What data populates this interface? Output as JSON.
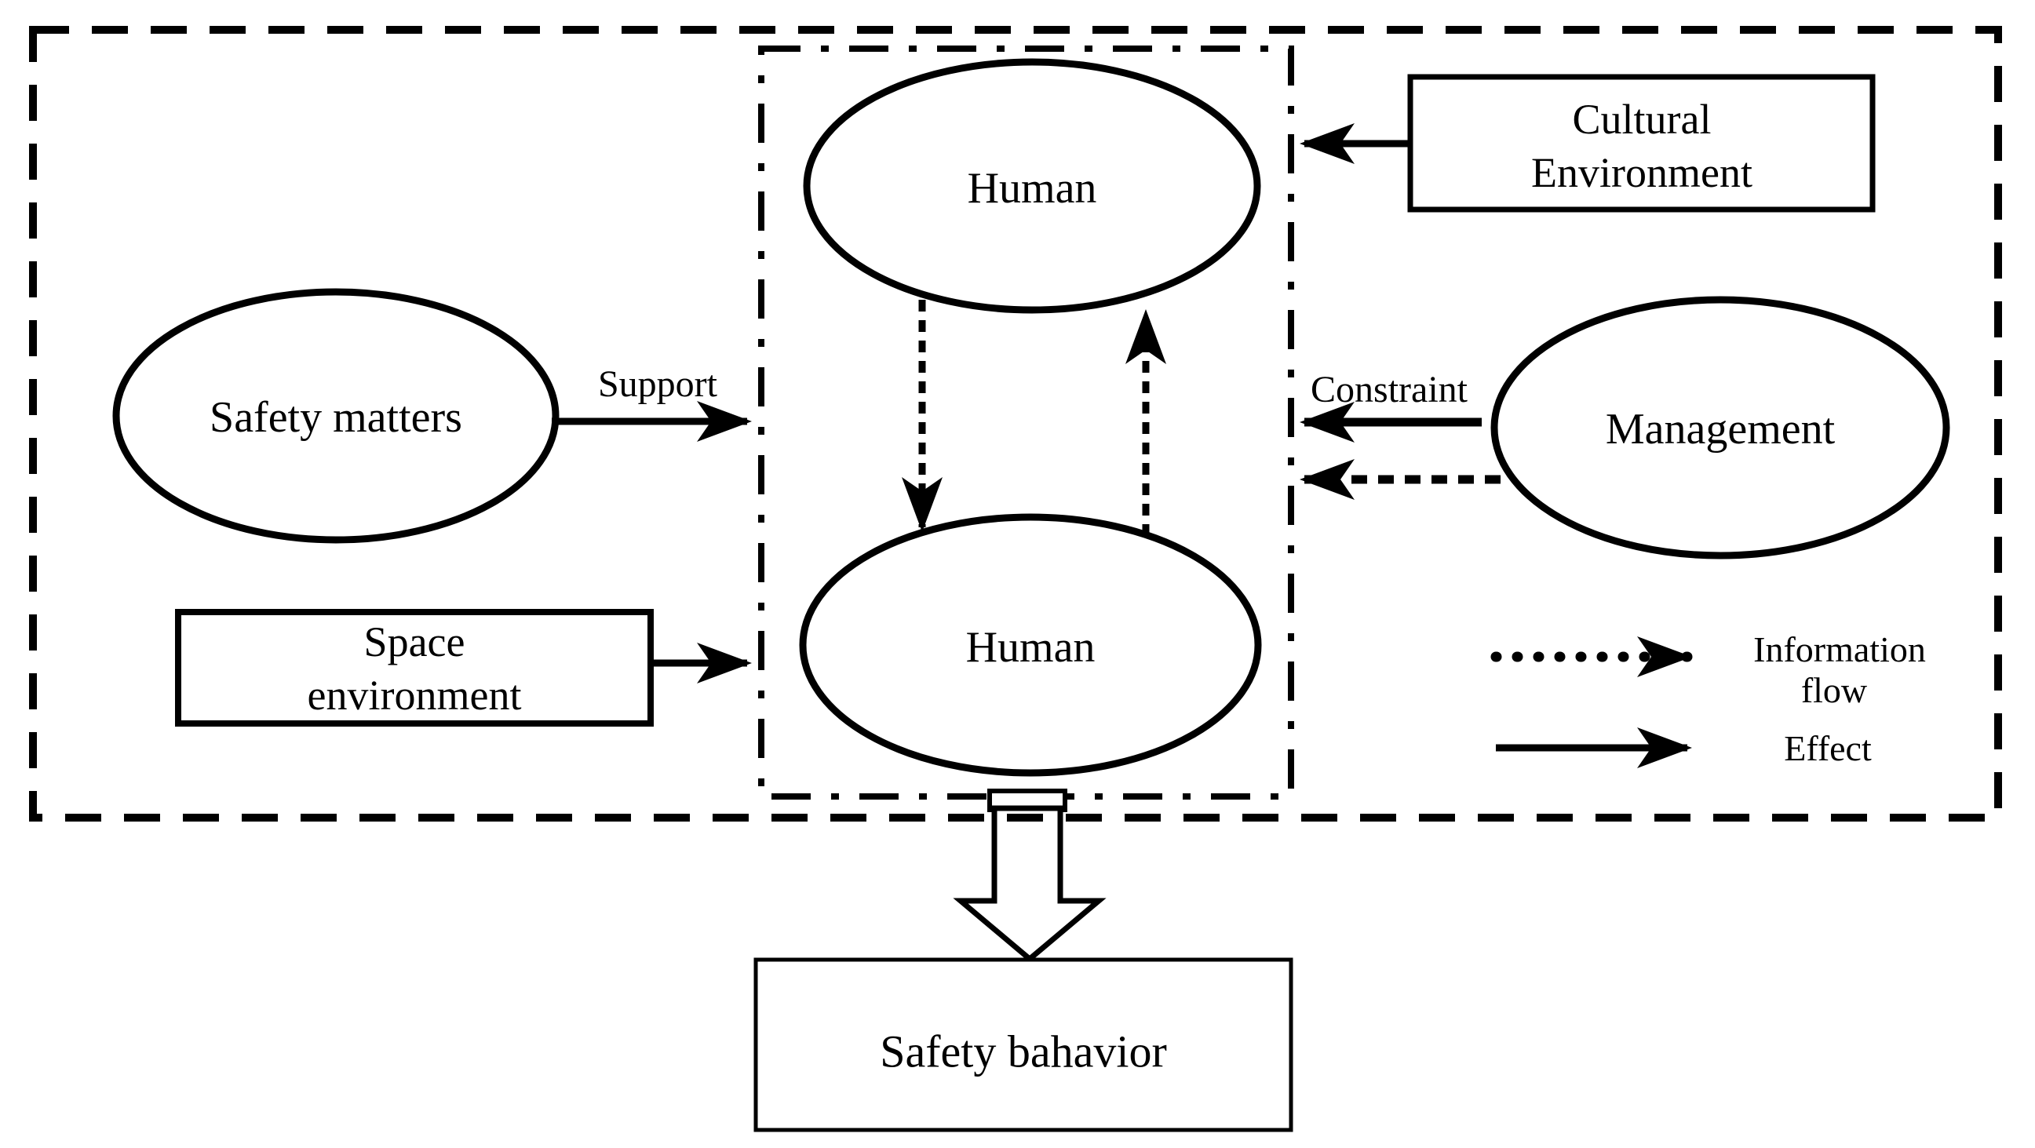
{
  "diagram": {
    "nodes": {
      "human_top": "Human",
      "human_bottom": "Human",
      "safety_matters": "Safety matters",
      "management": "Management",
      "cultural_environment": {
        "line1": "Cultural",
        "line2": "Environment"
      },
      "space_environment": {
        "line1": "Space",
        "line2": "environment"
      },
      "safety_behavior": "Safety bahavior"
    },
    "edge_labels": {
      "support": "Support",
      "constraint": "Constraint"
    },
    "legend": {
      "information_flow": {
        "line1": "Information",
        "line2": "flow"
      },
      "effect": "Effect"
    },
    "colors": {
      "stroke": "#000000",
      "background": "#ffffff"
    }
  }
}
